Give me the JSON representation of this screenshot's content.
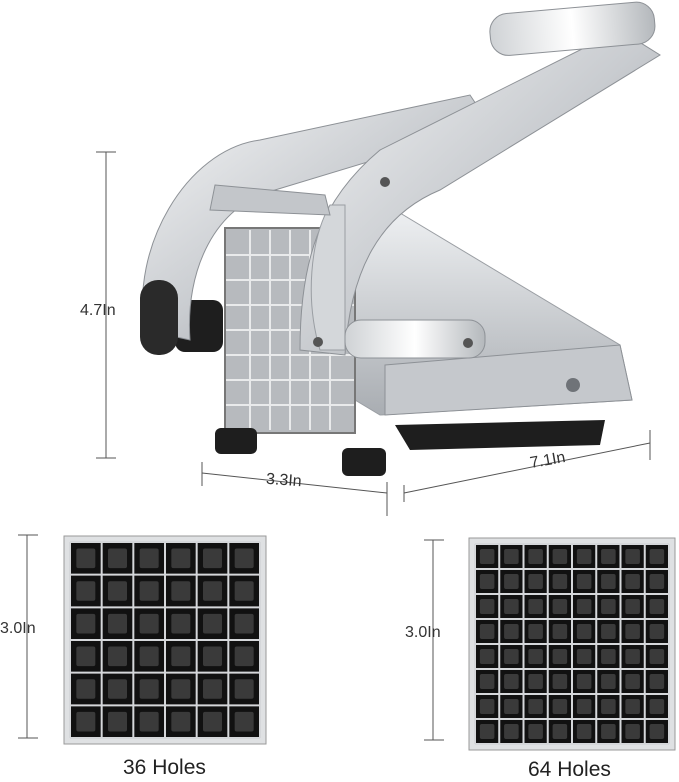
{
  "dimensions": {
    "height": "4.7In",
    "depth": "3.3In",
    "width": "7.1In"
  },
  "blades": [
    {
      "size": "3.0In",
      "caption": "36 Holes",
      "grid": 6
    },
    {
      "size": "3.0In",
      "caption": "64 Holes",
      "grid": 8
    }
  ],
  "colors": {
    "steel_light": "#e6e8ea",
    "steel_dark": "#8d9196",
    "rubber": "#1e1e1e",
    "dimension_line": "#555555"
  }
}
